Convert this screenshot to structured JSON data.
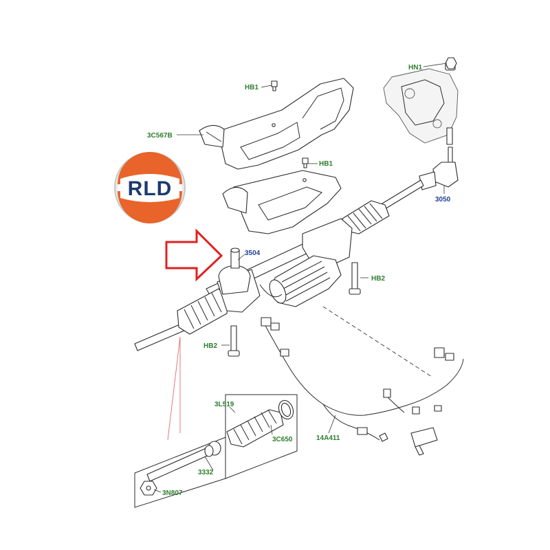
{
  "logo": {
    "text": "RLD",
    "colors": {
      "orange": "#e8642b",
      "navy": "#1d3a6e",
      "ring": "#c7c7c7"
    }
  },
  "arrow": {
    "color": "#e02020"
  },
  "labels": {
    "hn1": "HN1",
    "hb1_top": "HB1",
    "c3567b": "3C567B",
    "hb1_mid": "HB1",
    "p3050": "3050",
    "p3504": "3504",
    "hb2_right": "HB2",
    "hb2_left": "HB2",
    "l3519": "3L519",
    "c3650": "3C650",
    "a14411": "14A411",
    "p3332": "3332",
    "n3807": "3N807"
  },
  "label_colors": {
    "green": "#2e7d2e",
    "blue": "#1f3f9a"
  }
}
